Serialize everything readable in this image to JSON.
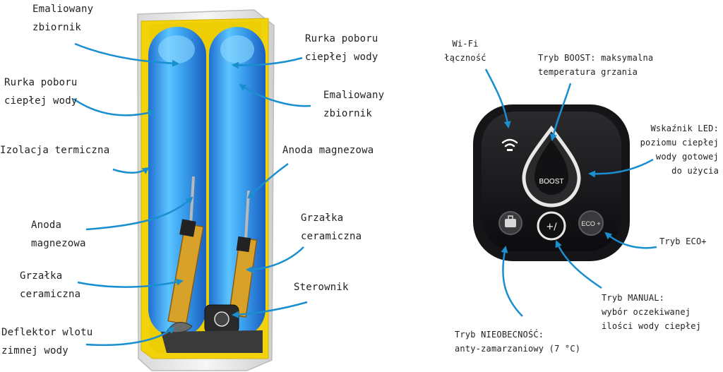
{
  "heater": {
    "labels": {
      "emaliowany_left": "Emaliowany\nzbiornik",
      "rurka_left": "Rurka poboru\nciepłej wody",
      "izolacja": "Izolacja termiczna",
      "anoda_left": "Anoda\nmagnezowa",
      "grzalka_left": "Grzałka\nceramiczna",
      "deflektor": "Deflektor wlotu\nzimnej wody",
      "rurka_right": "Rurka poboru\nciepłej wody",
      "emaliowany_right": "Emaliowany\nzbiornik",
      "anoda_right": "Anoda magnezowa",
      "grzalka_right": "Grzałka\nceramiczna",
      "sterownik": "Sterownik"
    }
  },
  "panel": {
    "boost_text": "BOOST",
    "eco_text": "ECO +",
    "labels": {
      "wifi": "Wi-Fi\nłączność",
      "boost": "Tryb BOOST: maksymalna\ntemperatura grzania",
      "led": "Wskaźnik LED:\npoziomu ciepłej\nwody gotowej\ndo użycia",
      "eco": "Tryb ECO+",
      "manual": "Tryb MANUAL:\nwybór oczekiwanej\nilości wody ciepłej",
      "absence": "Tryb NIEOBECNOŚĆ:\nanty-zamarzaniowy (7 °C)"
    }
  },
  "colors": {
    "arrow": "#1a8fd0",
    "tank": "#3aa0ee",
    "insulation": "#f0d000",
    "panel": "#151517"
  }
}
